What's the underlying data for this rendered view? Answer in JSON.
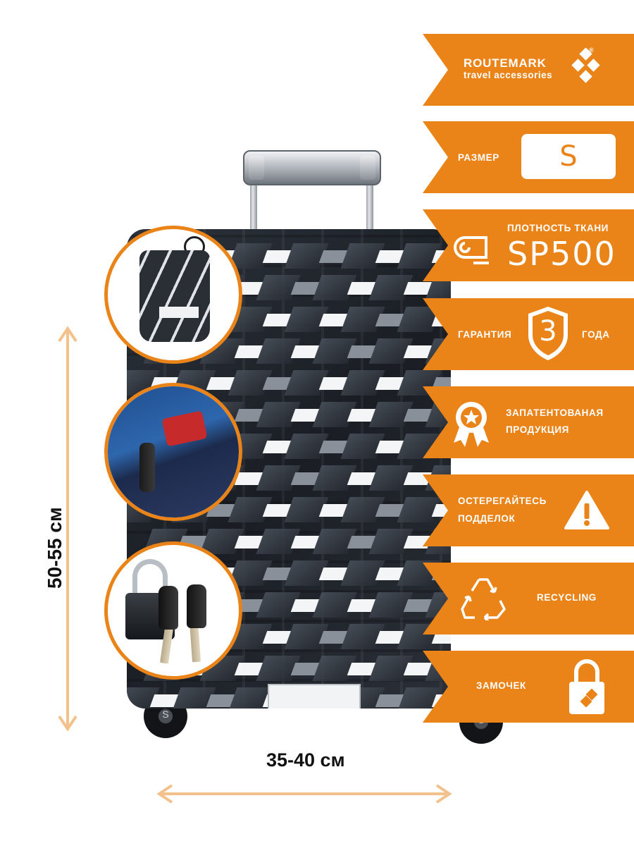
{
  "dimensions": {
    "height_label": "50-55 см",
    "width_label": "35-40 см"
  },
  "brand": {
    "name": "ROUTEMARK",
    "subtitle": "travel accessories",
    "registered_mark": "®"
  },
  "features": {
    "size": {
      "label": "РАЗМЕР",
      "value": "S"
    },
    "density": {
      "label": "ПЛОТНОСТЬ ТКАНИ",
      "value": "SP500",
      "icon": "fabric-roll-icon"
    },
    "warranty": {
      "label_left": "ГАРАНТИЯ",
      "value": "3",
      "label_right": "ГОДА",
      "icon": "shield-icon"
    },
    "patent": {
      "line1": "ЗАПАТЕНТОВАНАЯ",
      "line2": "ПРОДУКЦИЯ",
      "icon": "award-rosette-icon"
    },
    "fakes": {
      "line1": "ОСТЕРЕГАЙТЕСЬ",
      "line2": "ПОДДЕЛОК",
      "icon": "warning-icon"
    },
    "recycling": {
      "label": "RECYCLING",
      "icon": "recycle-icon"
    },
    "lock": {
      "label": "ЗАМОЧЕК",
      "icon": "padlock-icon"
    }
  },
  "insets": [
    {
      "name": "storage-bag",
      "description_icon": "drawstring-bag-icon"
    },
    {
      "name": "zipper-lock",
      "description_icon": "zipper-lock-icon"
    },
    {
      "name": "padlock-keys",
      "description_icon": "padlock-keys-icon"
    }
  ],
  "colors": {
    "accent": "#ea8318",
    "cover_dark": "#1d2128",
    "arrow": "#f3c28c"
  }
}
